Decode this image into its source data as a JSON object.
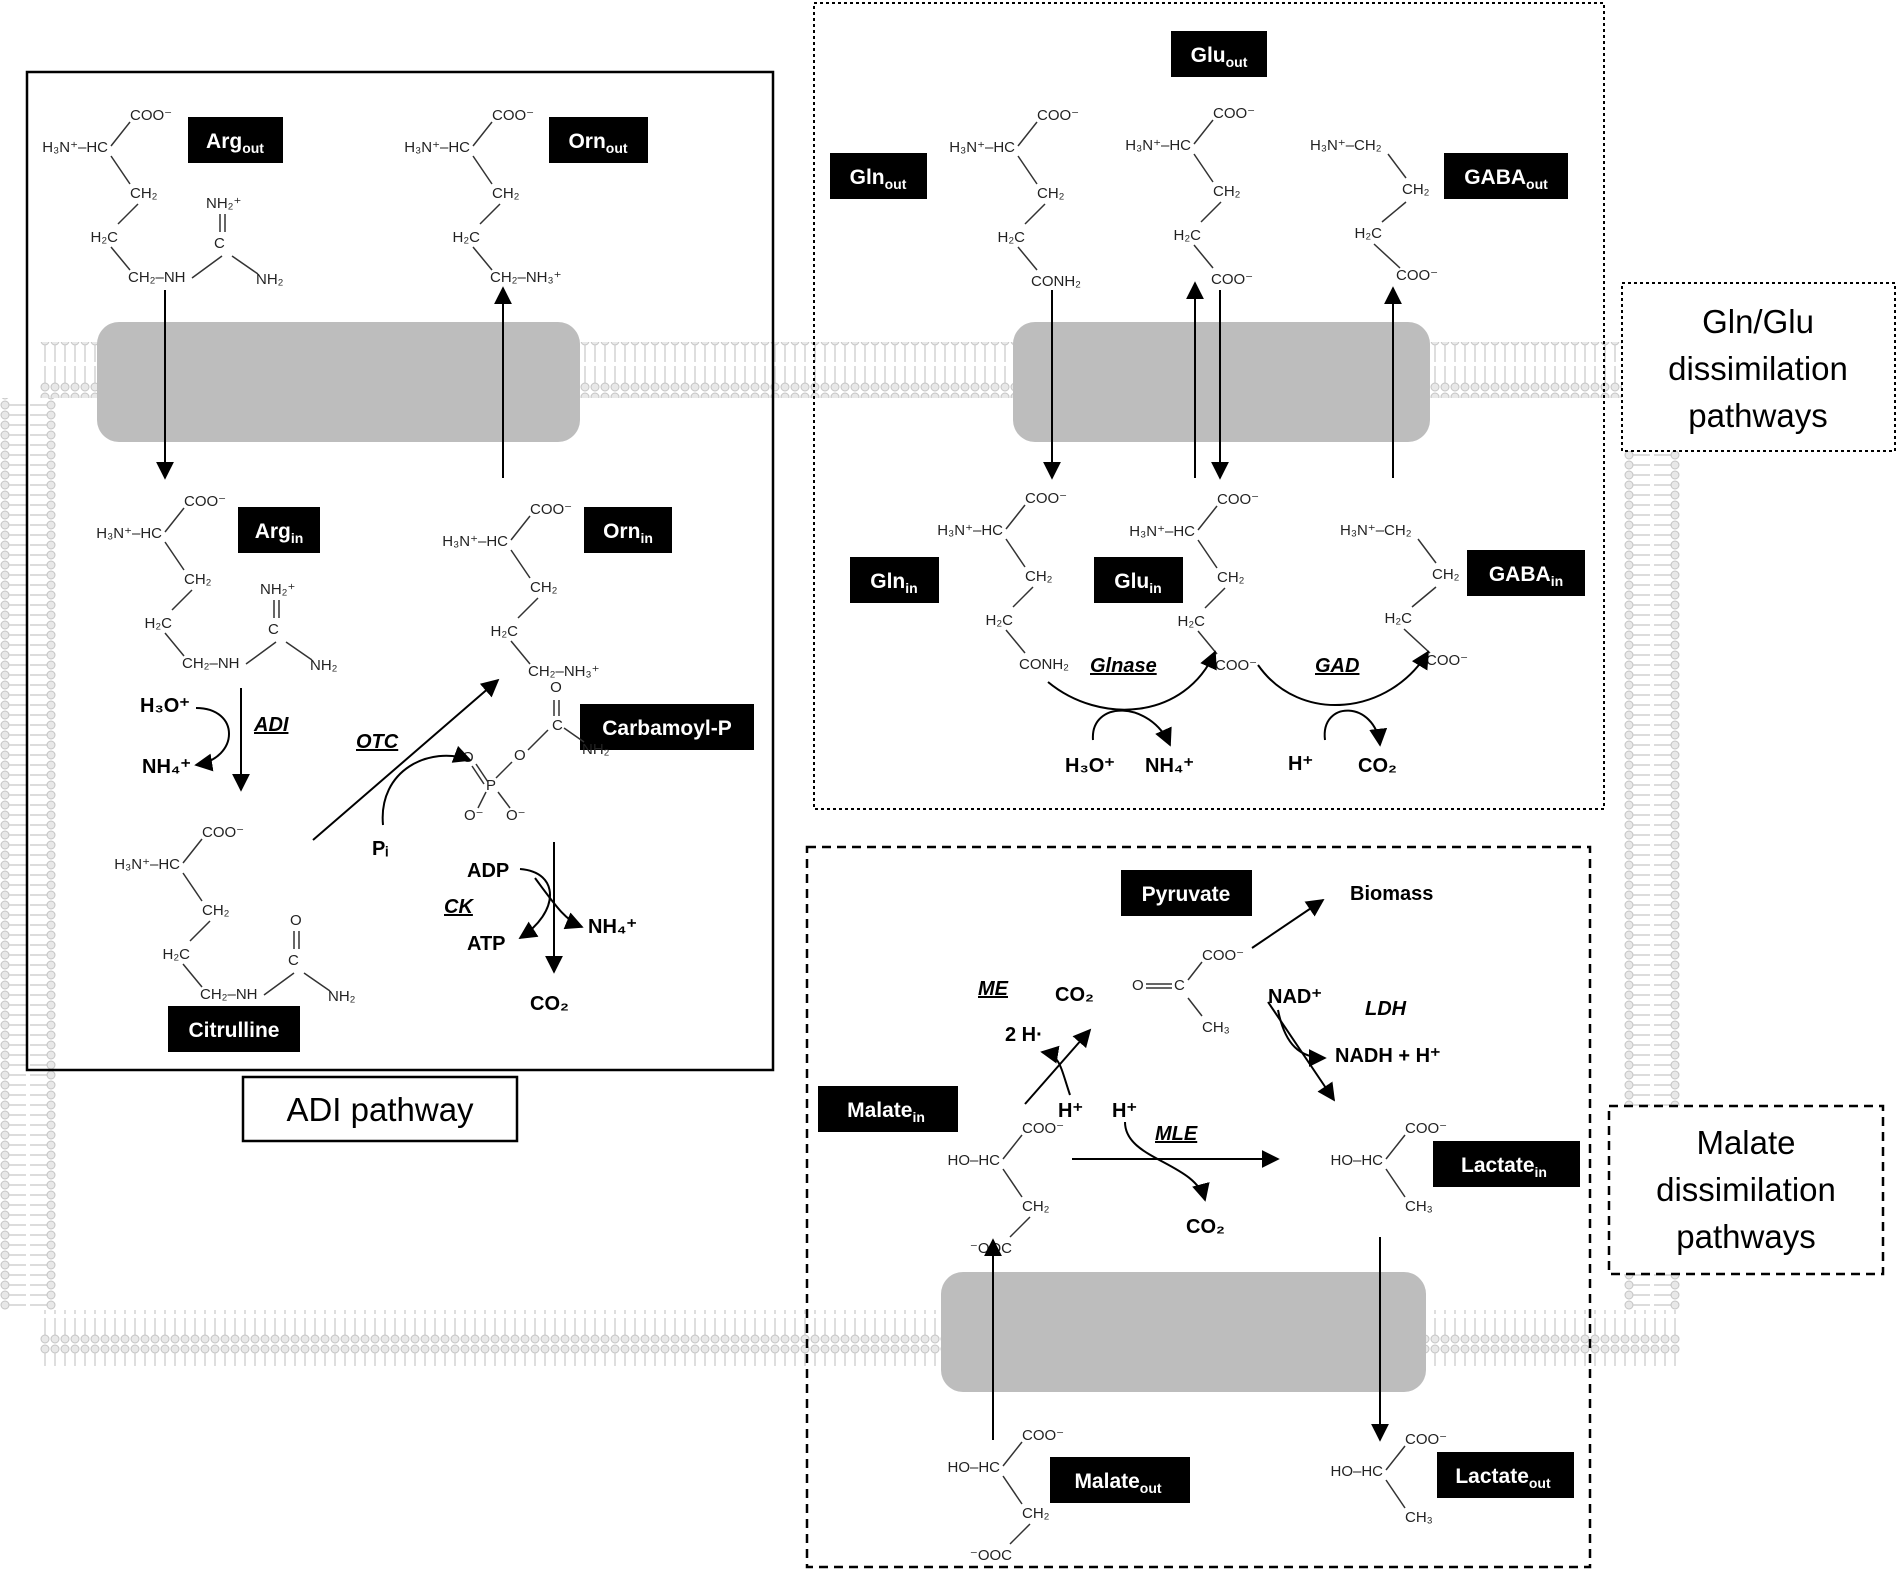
{
  "pathway_titles": {
    "adi": "ADI pathway",
    "gln_glu": [
      "Gln/Glu",
      "dissimilation",
      "pathways"
    ],
    "malate": [
      "Malate",
      "dissimilation",
      "pathways"
    ]
  },
  "labels": {
    "arg_out": {
      "main": "Arg",
      "sub": "out"
    },
    "orn_out": {
      "main": "Orn",
      "sub": "out"
    },
    "arg_in": {
      "main": "Arg",
      "sub": "in"
    },
    "orn_in": {
      "main": "Orn",
      "sub": "in"
    },
    "carbamoyl_p": {
      "main": "Carbamoyl-P",
      "sub": ""
    },
    "citrulline": {
      "main": "Citrulline",
      "sub": ""
    },
    "glu_out": {
      "main": "Glu",
      "sub": "out"
    },
    "gln_out": {
      "main": "Gln",
      "sub": "out"
    },
    "gaba_out": {
      "main": "GABA",
      "sub": "out"
    },
    "gln_in": {
      "main": "Gln",
      "sub": "in"
    },
    "glu_in": {
      "main": "Glu",
      "sub": "in"
    },
    "gaba_in": {
      "main": "GABA",
      "sub": "in"
    },
    "pyruvate": {
      "main": "Pyruvate",
      "sub": ""
    },
    "malate_in": {
      "main": "Malate",
      "sub": "in"
    },
    "lactate_in": {
      "main": "Lactate",
      "sub": "in"
    },
    "malate_out": {
      "main": "Malate",
      "sub": "out"
    },
    "lactate_out": {
      "main": "Lactate",
      "sub": "out"
    }
  },
  "enzymes": {
    "adi": "ADI",
    "otc": "OTC",
    "ck": "CK",
    "glnase": "Glnase",
    "gad": "GAD",
    "me": "ME",
    "ldh": "LDH",
    "mle": "MLE"
  },
  "reactants": {
    "adi_h3o": "H₃O⁺",
    "adi_nh4": "NH₄⁺",
    "otc_pi": "Pᵢ",
    "ck_adp": "ADP",
    "ck_atp": "ATP",
    "ck_nh4": "NH₄⁺",
    "ck_co2": "CO₂",
    "glnase_h3o": "H₃O⁺",
    "glnase_nh4": "NH₄⁺",
    "gad_h": "H⁺",
    "gad_co2": "CO₂",
    "biomass": "Biomass",
    "me_co2": "CO₂",
    "me_2h": "2 H·",
    "me_h": "H⁺",
    "ldh_nad": "NAD⁺",
    "ldh_nadh": "NADH + H⁺",
    "mle_h": "H⁺",
    "mle_co2": "CO₂"
  },
  "structures": {
    "arg": [
      "H₃N⁺–HC",
      "COO⁻",
      "CH₂",
      "H₂C",
      "CH₂–NH",
      "NH₂⁺",
      "C",
      "NH₂"
    ],
    "orn": [
      "H₃N⁺–HC",
      "COO⁻",
      "CH₂",
      "H₂C",
      "CH₂–NH₃⁺"
    ],
    "citrulline": [
      "H₃N⁺–HC",
      "COO⁻",
      "CH₂",
      "H₂C",
      "CH₂–NH",
      "O",
      "C",
      "NH₂"
    ],
    "carbamoyl_p": [
      "O",
      "C",
      "NH₂",
      "O",
      "P",
      "O",
      "O⁻",
      "O⁻"
    ],
    "gln": [
      "H₃N⁺–HC",
      "COO⁻",
      "CH₂",
      "H₂C",
      "CONH₂"
    ],
    "glu": [
      "H₃N⁺–HC",
      "COO⁻",
      "CH₂",
      "H₂C",
      "COO⁻"
    ],
    "gaba": [
      "H₃N⁺–CH₂",
      "CH₂",
      "H₂C",
      "COO⁻"
    ],
    "pyruvate": [
      "O",
      "C",
      "COO⁻",
      "CH₃"
    ],
    "malate": [
      "HO–HC",
      "COO⁻",
      "CH₂",
      "⁻OOC"
    ],
    "lactate": [
      "HO–HC",
      "COO⁻",
      "CH₃"
    ]
  },
  "colors": {
    "label_bg": "#000000",
    "membrane_bar": "#c8c8c8",
    "transporter": "#bdbdbd",
    "box_border": "#000000"
  }
}
